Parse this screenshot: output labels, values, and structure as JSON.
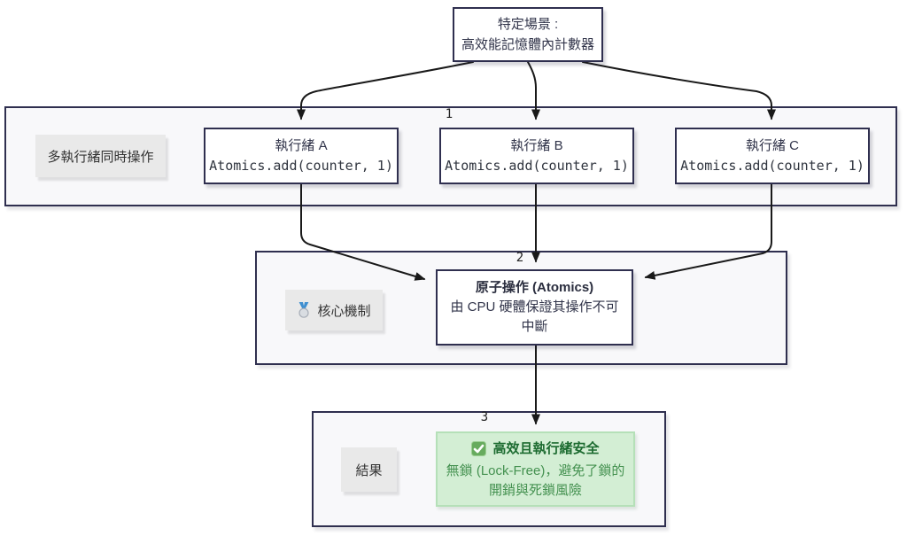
{
  "diagram": {
    "scenario_node": {
      "line1": "特定場景 :",
      "line2": "高效能記憶體內計數器"
    },
    "threads_group": {
      "label": "多執行緒同時操作",
      "threads": [
        {
          "title": "執行緒 A",
          "code": "Atomics.add(counter, 1)"
        },
        {
          "title": "執行緒 B",
          "code": "Atomics.add(counter, 1)"
        },
        {
          "title": "執行緒 C",
          "code": "Atomics.add(counter, 1)"
        }
      ]
    },
    "core_group": {
      "label": "核心機制",
      "icon": "medal-icon",
      "node": {
        "title": "原子操作 (Atomics)",
        "body": "由 CPU 硬體保證其操作不可中斷"
      }
    },
    "result_group": {
      "label": "結果",
      "node": {
        "icon": "check-mark-icon",
        "title": "高效且執行緒安全",
        "body": "無鎖 (Lock-Free)，避免了鎖的開銷與死鎖風險"
      }
    },
    "edge_labels": {
      "e1": "1",
      "e2": "2",
      "e3": "3"
    },
    "colors": {
      "node_border": "#2f2f4f",
      "node_fill": "#ffffff",
      "group_fill": "#f8f8fa",
      "label_pill_fill": "#e9e9e9",
      "edge_line": "#191919",
      "success_fill": "#d3eed4",
      "success_border": "#b5e0b8",
      "success_title_text": "#1c6b30",
      "success_body_text": "#449150",
      "medal_ribbon_blue": "#3f8fd0",
      "check_green": "#67ab5e",
      "text": "#31344a"
    }
  }
}
